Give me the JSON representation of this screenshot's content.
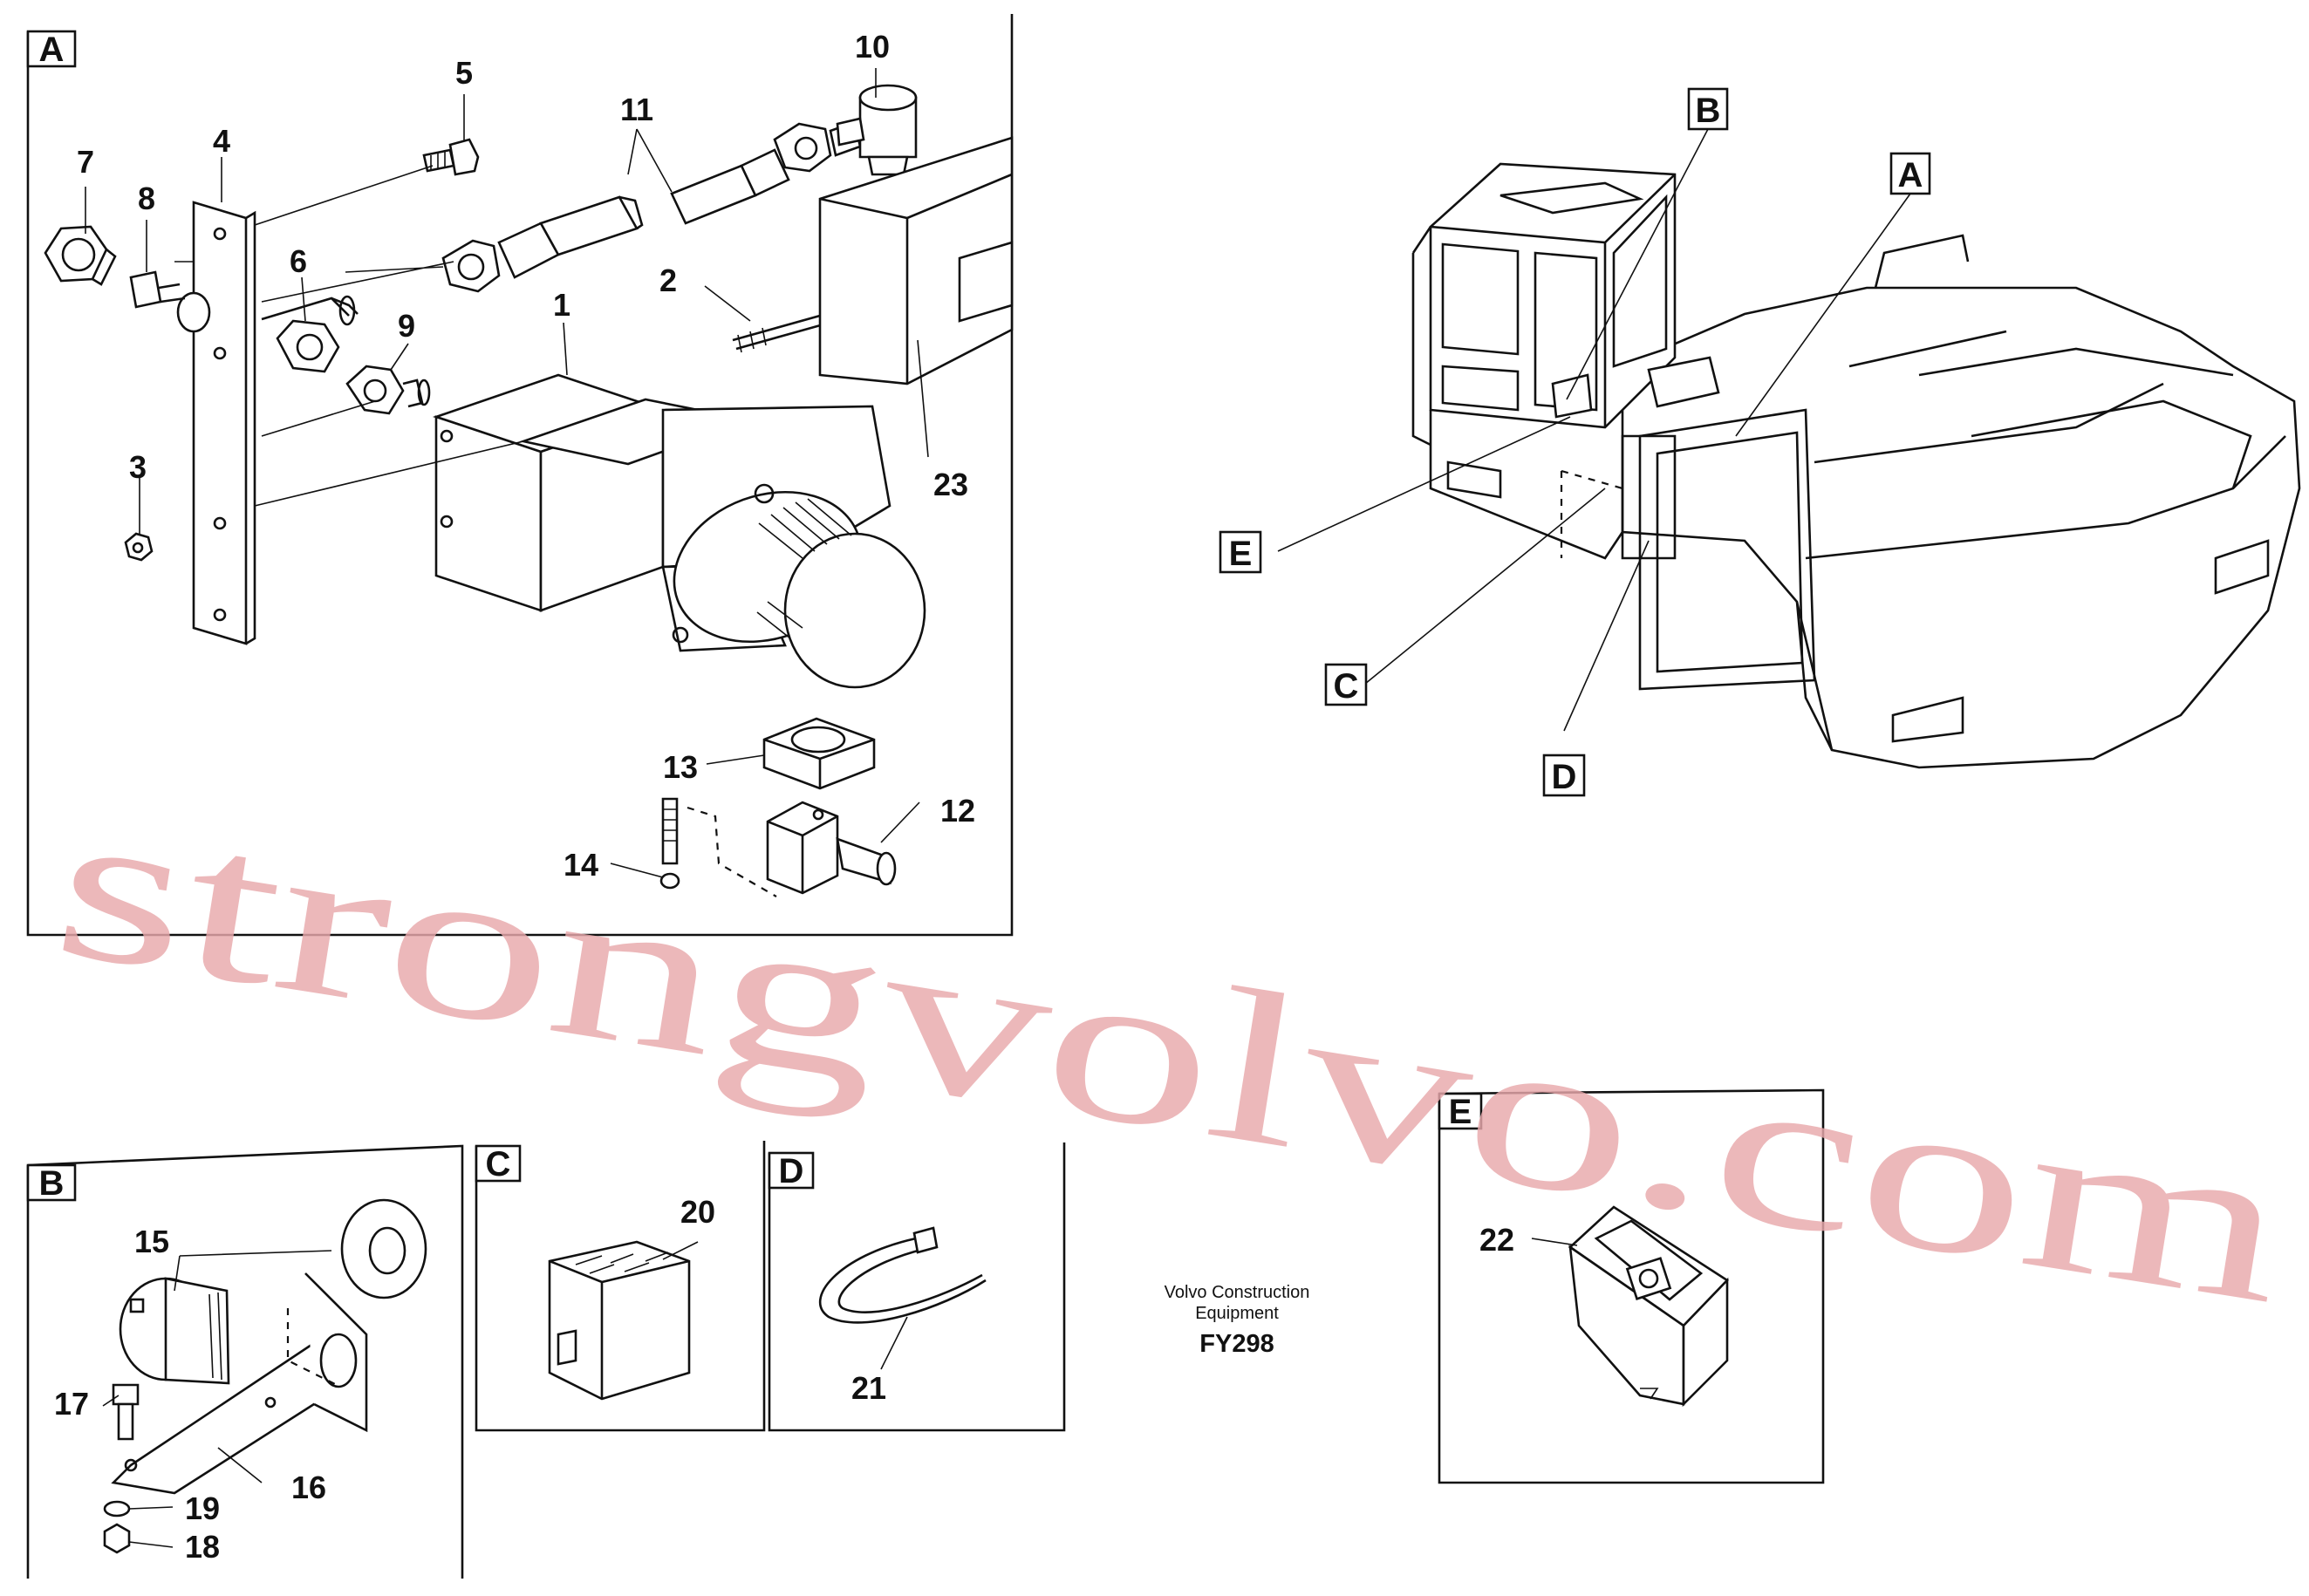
{
  "panels": {
    "A": {
      "label": "A"
    },
    "B": {
      "label": "B"
    },
    "C": {
      "label": "C"
    },
    "D": {
      "label": "D"
    },
    "E": {
      "label": "E"
    }
  },
  "callouts": {
    "A": "A",
    "B": "B",
    "C": "C",
    "D": "D",
    "E": "E"
  },
  "parts": {
    "p1": "1",
    "p2": "2",
    "p3": "3",
    "p4": "4",
    "p5": "5",
    "p6": "6",
    "p7": "7",
    "p8": "8",
    "p9": "9",
    "p10": "10",
    "p11": "11",
    "p12": "12",
    "p13": "13",
    "p14": "14",
    "p15": "15",
    "p16": "16",
    "p17": "17",
    "p18": "18",
    "p19": "19",
    "p20": "20",
    "p21": "21",
    "p22": "22",
    "p23": "23"
  },
  "caption": {
    "line1": "Volvo Construction",
    "line2": "Equipment",
    "code": "FY298"
  },
  "watermark": "strongvolvo.com"
}
